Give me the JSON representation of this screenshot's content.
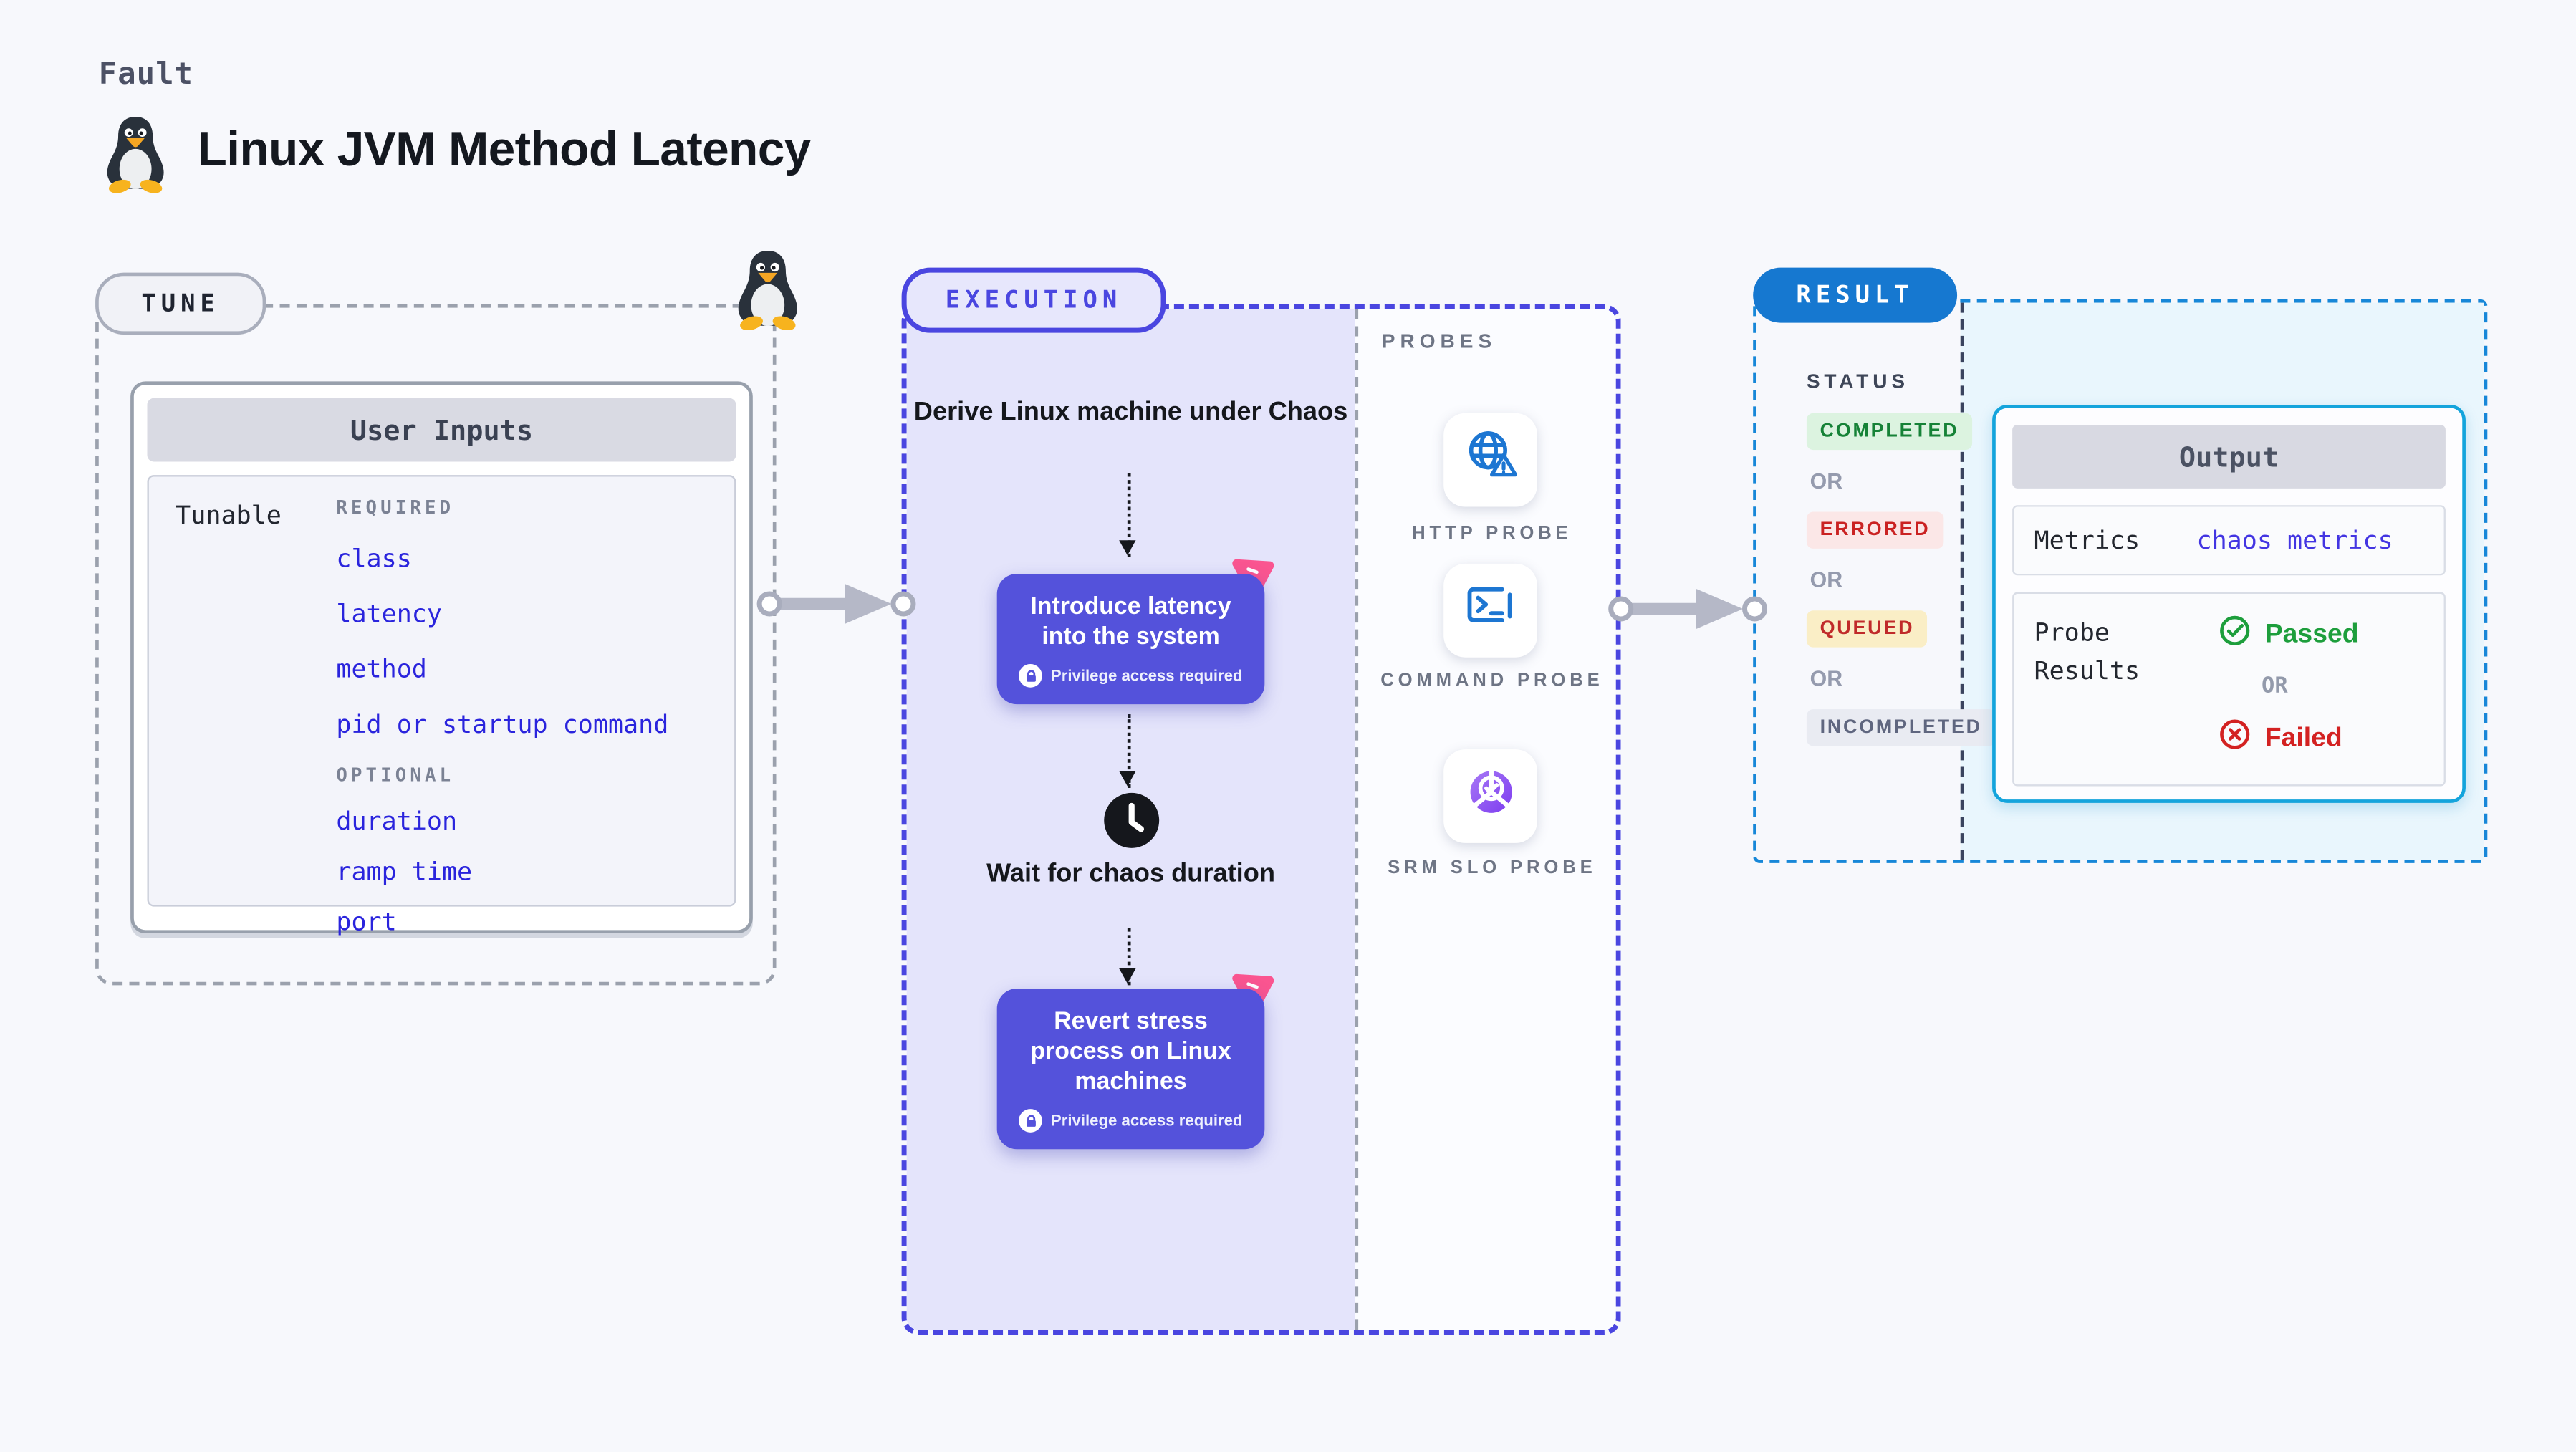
{
  "header": {
    "kicker": "Fault",
    "title": "Linux JVM Method Latency"
  },
  "tune": {
    "badge": "TUNE",
    "card_title": "User Inputs",
    "row_label": "Tunable",
    "required_label": "REQUIRED",
    "optional_label": "OPTIONAL",
    "required_items": [
      "class",
      "latency",
      "method",
      "pid or startup command"
    ],
    "optional_items": [
      "duration",
      "ramp time",
      "port"
    ]
  },
  "execution": {
    "badge": "EXECUTION",
    "step_title": "Derive Linux machine under Chaos",
    "action1": "Introduce latency into the system",
    "privilege_note": "Privilege access required",
    "wait_label": "Wait for chaos duration",
    "action2": "Revert stress process on Linux machines"
  },
  "probes": {
    "label": "PROBES",
    "items": [
      {
        "name": "HTTP PROBE",
        "icon": "globe-alert-icon"
      },
      {
        "name": "COMMAND PROBE",
        "icon": "terminal-icon"
      },
      {
        "name": "SRM SLO PROBE",
        "icon": "slo-check-icon"
      }
    ]
  },
  "result": {
    "badge": "RESULT",
    "status_label": "STATUS",
    "or_label": "OR",
    "statuses": [
      {
        "label": "COMPLETED",
        "type": "green"
      },
      {
        "label": "ERRORED",
        "type": "red"
      },
      {
        "label": "QUEUED",
        "type": "amber"
      },
      {
        "label": "INCOMPLETED",
        "type": "gray"
      }
    ],
    "output": {
      "title": "Output",
      "metrics_label": "Metrics",
      "metrics_value": "chaos metrics",
      "probe_results_label": "Probe Results",
      "passed": "Passed",
      "failed": "Failed"
    }
  },
  "colors": {
    "page_bg": "#f7f8fc",
    "indigo_accent": "#4a46e0",
    "action_purple": "#5452db",
    "chaos_pink": "#fa5590",
    "result_blue": "#1678d0",
    "output_cyan": "#14a4dc",
    "probe_blue": "#1d76d2",
    "slo_purple": "#8a4ef2",
    "passed_green": "#1d9e3c",
    "failed_red": "#d32222",
    "lavender_bg": "#e4e4fb",
    "cyan_bg": "#e9f6fd",
    "link_blue": "#2a24dd"
  }
}
